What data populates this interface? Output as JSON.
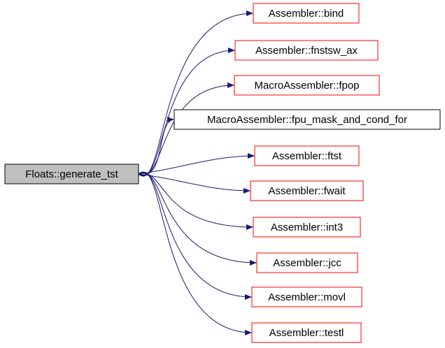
{
  "colors": {
    "root_fill": "#bfbfbf",
    "root_border": "#000000",
    "linked_border": "#ff0000",
    "plain_border": "#000000",
    "edge": "#191970"
  },
  "root": {
    "label": "Floats::generate_tst"
  },
  "callees": [
    {
      "label": "Assembler::bind",
      "border": "red"
    },
    {
      "label": "Assembler::fnstsw_ax",
      "border": "red"
    },
    {
      "label": "MacroAssembler::fpop",
      "border": "red"
    },
    {
      "label": "MacroAssembler::fpu_mask_and_cond_for",
      "border": "black"
    },
    {
      "label": "Assembler::ftst",
      "border": "red"
    },
    {
      "label": "Assembler::fwait",
      "border": "red"
    },
    {
      "label": "Assembler::int3",
      "border": "red"
    },
    {
      "label": "Assembler::jcc",
      "border": "red"
    },
    {
      "label": "Assembler::movl",
      "border": "red"
    },
    {
      "label": "Assembler::testl",
      "border": "red"
    }
  ]
}
